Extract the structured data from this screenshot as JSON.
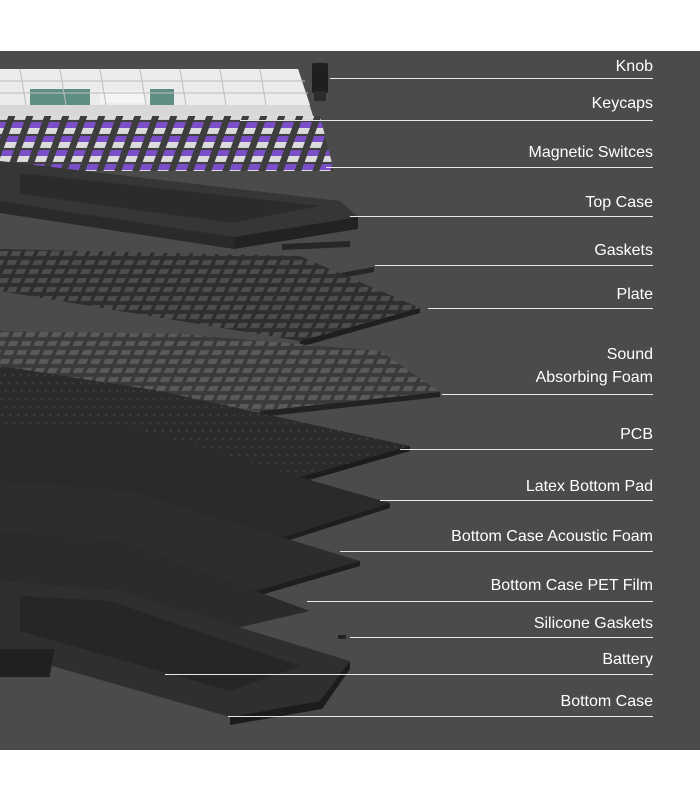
{
  "figure": {
    "background": "#4b4b4b",
    "layers": [
      {
        "id": "knob",
        "label": "Knob"
      },
      {
        "id": "keycaps",
        "label": "Keycaps"
      },
      {
        "id": "magnetic-switches",
        "label": "Magnetic Switces"
      },
      {
        "id": "top-case",
        "label": "Top Case"
      },
      {
        "id": "gaskets",
        "label": "Gaskets"
      },
      {
        "id": "plate",
        "label": "Plate"
      },
      {
        "id": "sound-absorbing-foam",
        "label_line1": "Sound",
        "label_line2": "Absorbing Foam"
      },
      {
        "id": "pcb",
        "label": "PCB"
      },
      {
        "id": "latex-bottom-pad",
        "label": "Latex Bottom Pad"
      },
      {
        "id": "bottom-case-acoustic-foam",
        "label": "Bottom Case Acoustic Foam"
      },
      {
        "id": "bottom-case-pet-film",
        "label": "Bottom Case PET Film"
      },
      {
        "id": "silicone-gaskets",
        "label": "Silicone Gaskets"
      },
      {
        "id": "battery",
        "label": "Battery"
      },
      {
        "id": "bottom-case",
        "label": "Bottom Case"
      }
    ],
    "colors": {
      "keycap_white": "#e9e9e9",
      "keycap_teal": "#5d8f84",
      "switch_purple": "#7b4fc9",
      "case_dark": "#2a2a2a",
      "label_text": "#ffffff"
    }
  }
}
